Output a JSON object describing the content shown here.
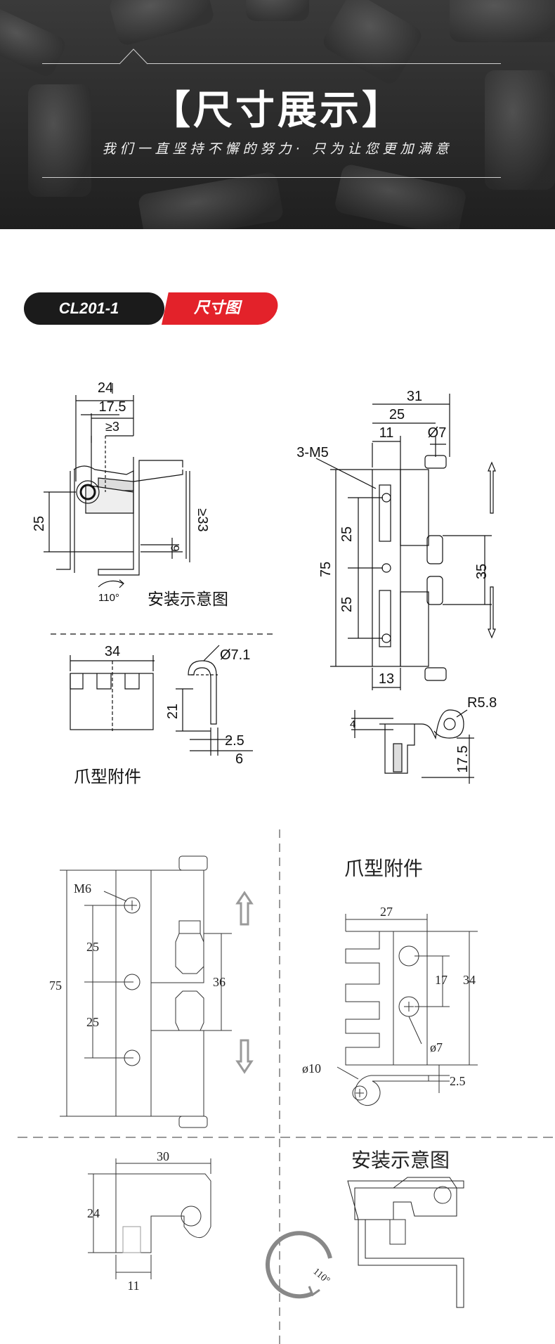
{
  "banner": {
    "title": "【尺寸展示】",
    "subtitle": "我们一直坚持不懈的努力· 只为让您更加满意"
  },
  "section": {
    "model": "CL201-1",
    "label": "尺寸图"
  },
  "upper": {
    "dim_24": "24",
    "dim_17_5": "17.5",
    "dim_ge3": "≥3",
    "dim_25_left": "25",
    "dim_ge33": "≥33",
    "dim_6": "6",
    "angle_110": "110°",
    "install_label": "安装示意图",
    "dim_34": "34",
    "dim_21": "21",
    "dim_dia7_1": "Ø7.1",
    "dim_2_5": "2.5",
    "dim_6b": "6",
    "claw_label": "爪型附件",
    "dim_31": "31",
    "dim_25_top": "25",
    "dim_11": "11",
    "dim_dia7": "Ø7",
    "thread": "3-M5",
    "dim_75": "75",
    "dim_25_a": "25",
    "dim_25_b": "25",
    "dim_35": "35",
    "dim_13": "13",
    "dim_r5_8": "R5.8",
    "dim_4": "4",
    "dim_17_5b": "17.5"
  },
  "lower": {
    "thread": "M6",
    "dim_75": "75",
    "dim_25_a": "25",
    "dim_25_b": "25",
    "dim_36": "36",
    "claw_label": "爪型附件",
    "dim_27": "27",
    "dim_17": "17",
    "dim_34": "34",
    "dim_dia7": "ø7",
    "dim_dia10": "ø10",
    "dim_2_5": "2.5",
    "dim_30": "30",
    "dim_24": "24",
    "dim_11": "11",
    "install_label": "安装示意图",
    "angle_110": "110°"
  },
  "colors": {
    "accent_red": "#e3222a",
    "pill_dark": "#1b1b1b"
  }
}
